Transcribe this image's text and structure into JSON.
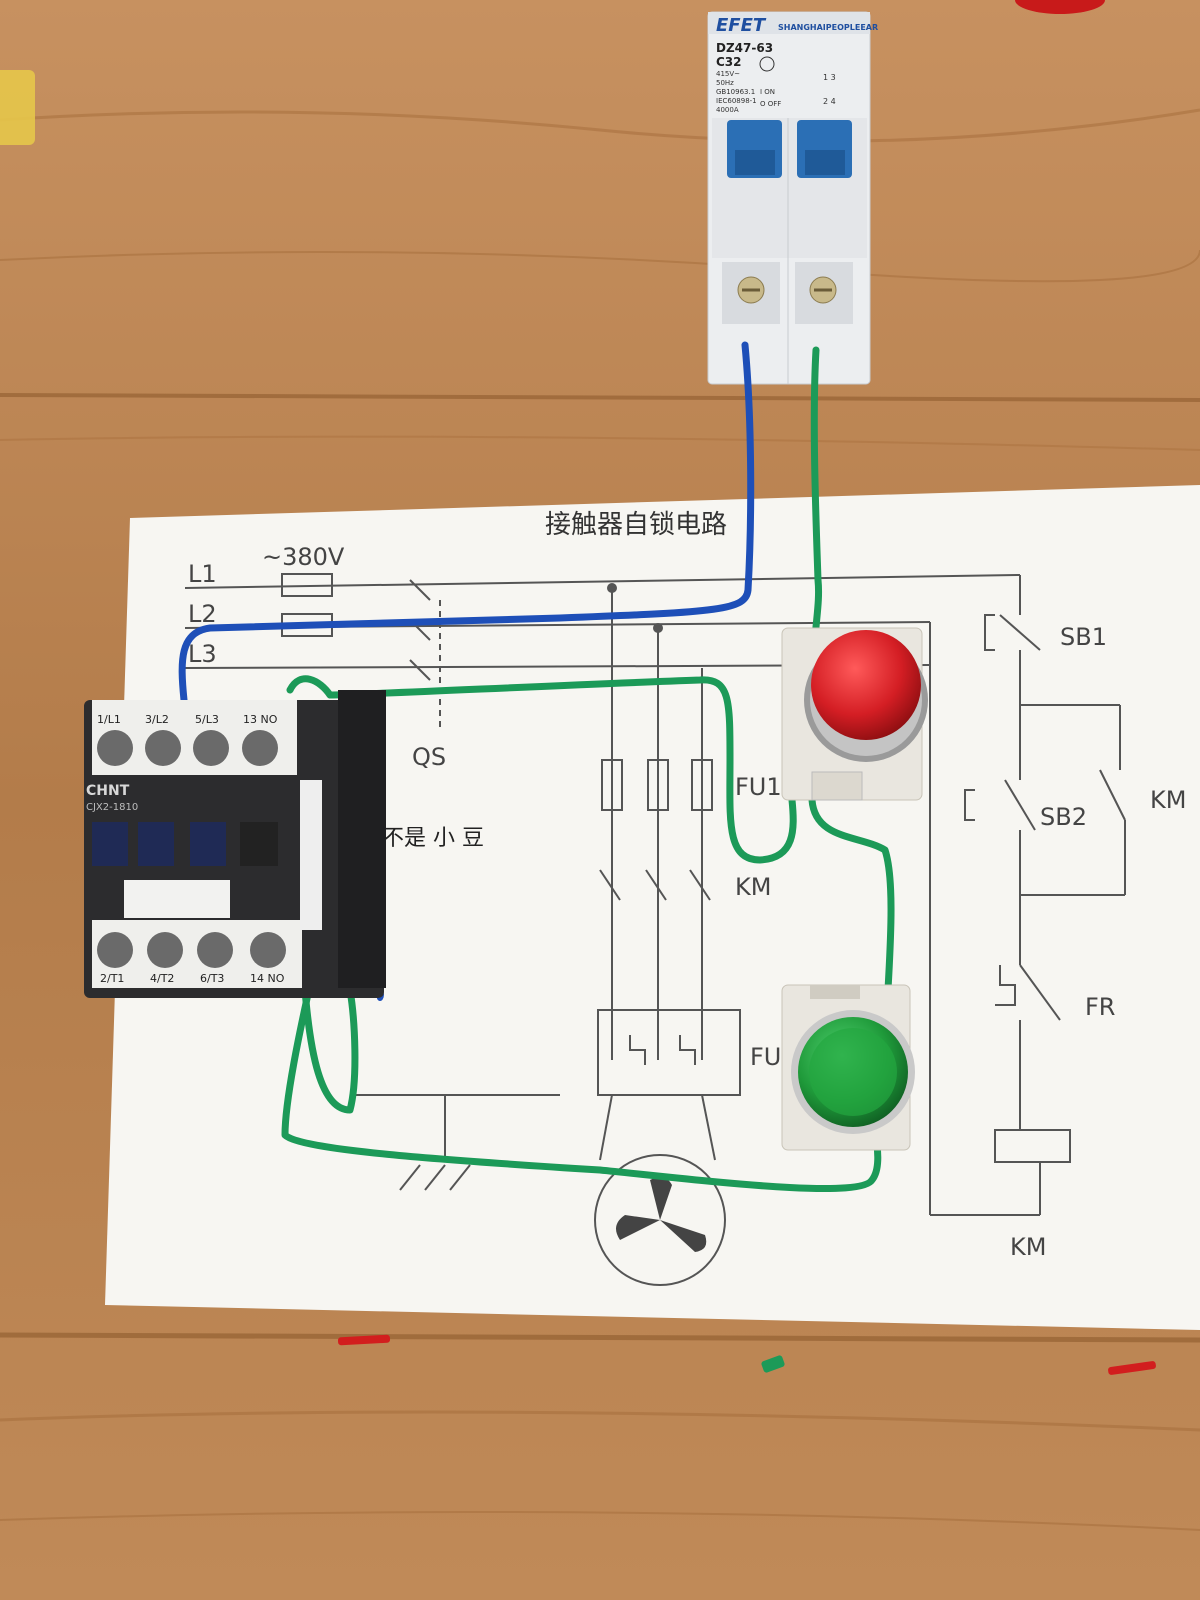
{
  "diagram": {
    "title": "接触器自锁电路",
    "supply": "~380V",
    "lines": [
      "L1",
      "L2",
      "L3"
    ],
    "switch": "QS",
    "fuse": "FU1",
    "fuse2": "FU",
    "contactor_contacts": "KM",
    "thermal": "FR",
    "stop_button": "SB1",
    "start_button": "SB2",
    "hold_contact": "KM",
    "coil": "KM",
    "handwritten_note": "不是 小 豆"
  },
  "breaker": {
    "brand": "EFET",
    "maker": "SHANGHAIPEOPLEEAR",
    "model": "DZ47-63",
    "rating": "C32",
    "spec_lines": [
      "415V~",
      "50Hz",
      "GB10963.1",
      "IEC60898-1",
      "4000A"
    ],
    "on_label": "I ON",
    "off_label": "O OFF",
    "terminal_marks": "1 3",
    "terminal_marks2": "2 4"
  },
  "contactor": {
    "brand": "CHNT",
    "model": "CJX2-1810",
    "top_terminals": [
      "1/L1",
      "3/L2",
      "5/L3",
      "13 NO"
    ],
    "bottom_terminals": [
      "2/T1",
      "4/T2",
      "6/T3",
      "14 NO"
    ]
  },
  "buttons": [
    {
      "name": "stop",
      "color": "#d41e24"
    },
    {
      "name": "start",
      "color": "#1f9a3a"
    }
  ],
  "colors": {
    "wood": "#b98552",
    "paper": "#f7f6f2",
    "wire_blue": "#1e4fb8",
    "wire_green": "#1c9a58"
  }
}
